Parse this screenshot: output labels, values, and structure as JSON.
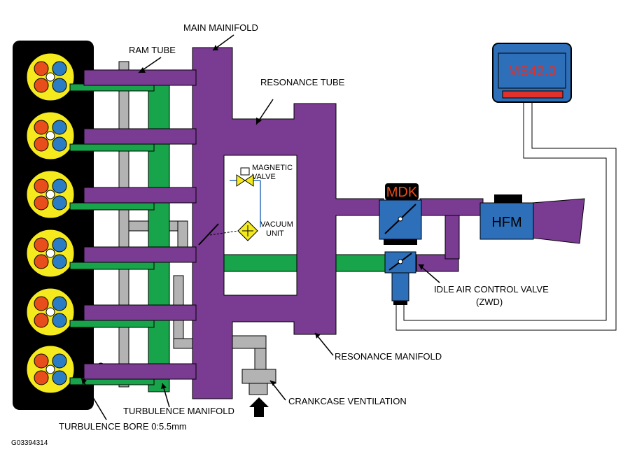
{
  "labels": {
    "main_manifold": "MAIN MAINIFOLD",
    "ram_tube": "RAM TUBE",
    "resonance_tube": "RESONANCE TUBE",
    "magnetic_valve_1": "MAGNETIC",
    "magnetic_valve_2": "VALVE",
    "vacuum_unit_1": "VACUUM",
    "vacuum_unit_2": "UNIT",
    "idle_air_1": "IDLE AIR CONTROL VALVE",
    "idle_air_2": "(ZWD)",
    "resonance_manifold": "RESONANCE MANIFOLD",
    "crankcase_ventilation": "CRANKCASE VENTILATION",
    "turbulence_manifold": "TURBULENCE MANIFOLD",
    "turbulence_bore": "TURBULENCE BORE 0:5.5mm",
    "figure_id": "G03394314"
  },
  "components": {
    "ecu": "MS42.0",
    "mdk": "MDK",
    "hfm": "HFM"
  },
  "colors": {
    "purple": "#7a3b92",
    "green": "#18a44a",
    "gray": "#b3b3b3",
    "blue": "#2e6fba",
    "yellow": "#f4ea1e",
    "red": "#e84e1b",
    "cyl_blue": "#2a7dc4",
    "black": "#000000",
    "ecu_text": "#e2302a"
  },
  "icons": {
    "cylinder": "cylinder-icon",
    "throttle": "throttle-flap-icon",
    "valve": "solenoid-valve-icon",
    "vacuum": "vacuum-unit-icon",
    "arrow": "airflow-up-arrow-icon"
  }
}
